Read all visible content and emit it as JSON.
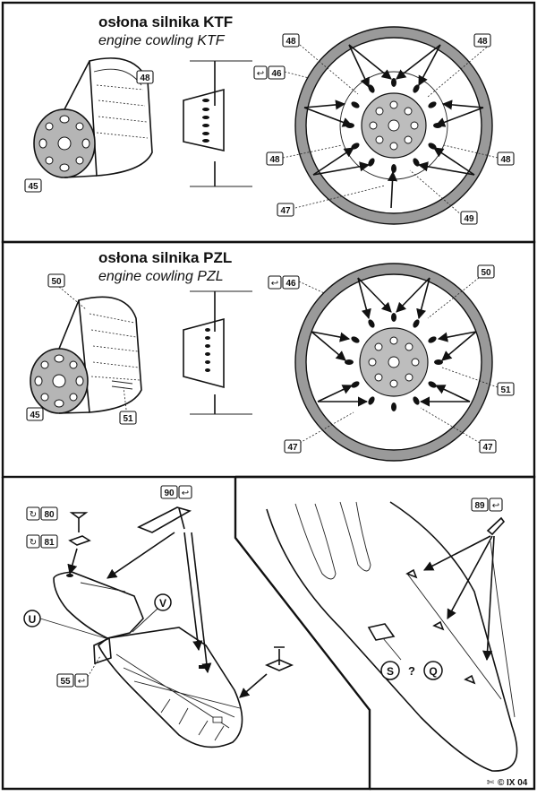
{
  "panels": {
    "ktf": {
      "title_pl": "osłona silnika KTF",
      "title_en": "engine cowling KTF",
      "labels": {
        "cone_top": "48",
        "cone_face": "45",
        "bend": "46",
        "wheel_tl": "48",
        "wheel_tr": "48",
        "wheel_ml": "48",
        "wheel_mr": "48",
        "wheel_bl": "47",
        "wheel_br": "49"
      }
    },
    "pzl": {
      "title_pl": "osłona silnika PZL",
      "title_en": "engine cowling PZL",
      "labels": {
        "cone_top": "50",
        "cone_face": "45",
        "cone_side": "51",
        "bend": "46",
        "wheel_tr": "50",
        "wheel_mr": "51",
        "wheel_bl": "47",
        "wheel_br": "47"
      }
    },
    "wing": {
      "labels": {
        "part_a": "80",
        "part_b": "81",
        "part_c": "90",
        "part_d": "55"
      },
      "markers": {
        "u": "U",
        "v": "V"
      }
    },
    "fuselage": {
      "labels": {
        "part": "89"
      },
      "markers": {
        "s": "S",
        "q": "Q",
        "or": "?"
      }
    }
  },
  "footer": {
    "code": "IX 04",
    "logo": "©",
    "cut_icon": "✄"
  },
  "icons": {
    "bend": "bend-arrow-icon",
    "roll": "roll-icon"
  }
}
